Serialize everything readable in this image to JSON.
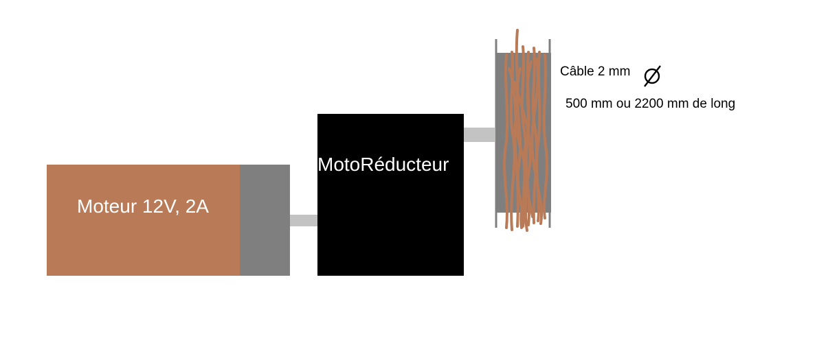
{
  "diagram": {
    "motor": {
      "label": "Moteur 12V, 2A",
      "color": "#b97a57"
    },
    "motor_cap": {
      "color": "#7f7f7f"
    },
    "reducer": {
      "label": "MotoRéducteur",
      "color": "#000000"
    },
    "shaft": {
      "color": "#c3c3c3"
    },
    "spool": {
      "drum_color": "#7f7f7f",
      "cable_color": "#b97a57",
      "icon": "cable-spool-icon"
    },
    "cable": {
      "label": "Câble 2 mm",
      "diameter_icon": "diameter-symbol-icon",
      "length_label": "500 mm ou 2200 mm de long"
    }
  }
}
